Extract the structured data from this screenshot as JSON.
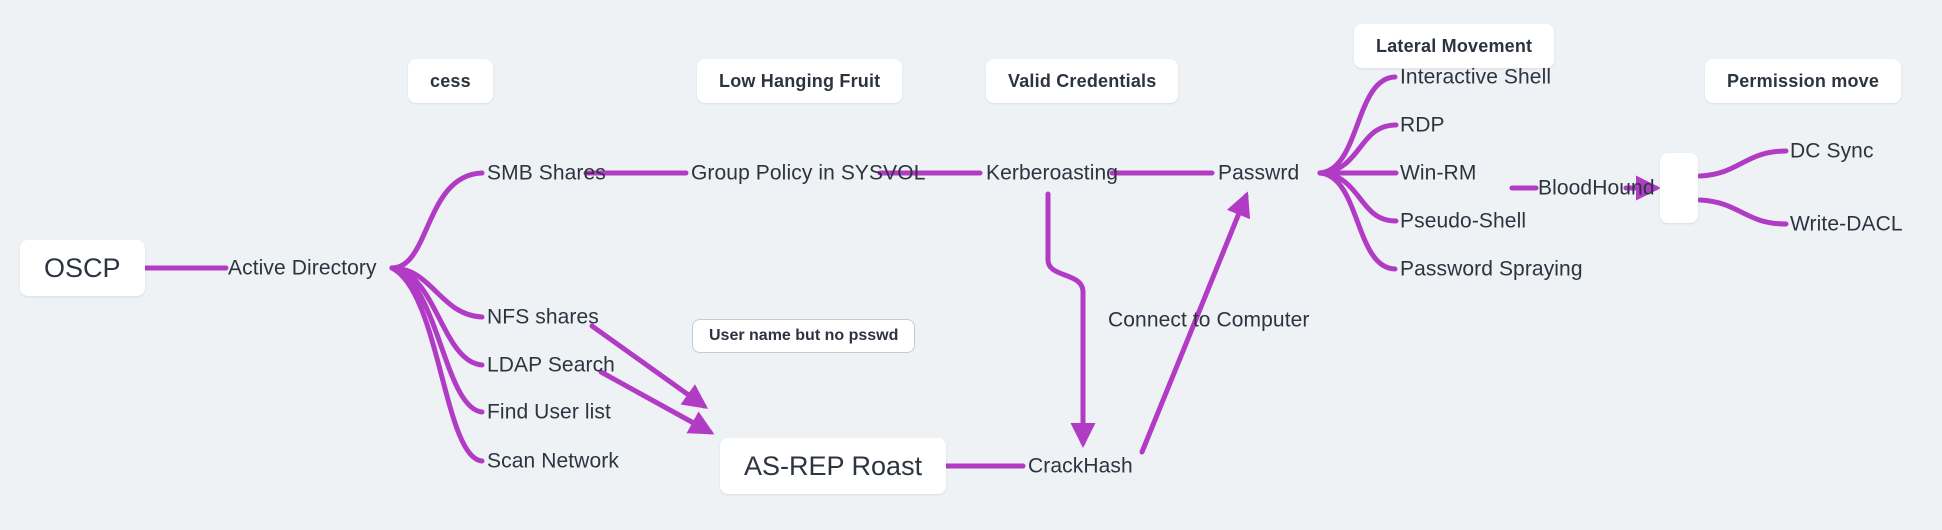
{
  "diagram": {
    "title": "OSCP Active Directory Attack Mind Map",
    "background_color": "#eef2f5",
    "edge_color": "#b13bc4",
    "text_color": "#2c3440",
    "box_fill": "#ffffff"
  },
  "nodes": {
    "root": {
      "label": "OSCP"
    },
    "active_directory": {
      "label": "Active Directory"
    },
    "headers": [
      {
        "label": "cess"
      },
      {
        "label": "Low Hanging Fruit"
      },
      {
        "label": "Valid Credentials"
      },
      {
        "label": "Lateral Movement"
      },
      {
        "label": "Permission move"
      }
    ],
    "chain": [
      {
        "label": "SMB Shares"
      },
      {
        "label": "Group Policy in SYSVOL"
      },
      {
        "label": "Kerberoasting"
      },
      {
        "label": "Passwrd"
      }
    ],
    "enumeration": [
      {
        "label": "NFS shares"
      },
      {
        "label": "LDAP Search"
      },
      {
        "label": "Find User list"
      },
      {
        "label": "Scan Network"
      }
    ],
    "lateral": [
      {
        "label": "Interactive Shell"
      },
      {
        "label": "RDP"
      },
      {
        "label": "Win-RM"
      },
      {
        "label": "Pseudo-Shell"
      },
      {
        "label": "Password Spraying"
      }
    ],
    "permission": [
      {
        "label": "DC Sync"
      },
      {
        "label": "Write-DACL"
      }
    ],
    "note_user_no_password": {
      "label": "User name but no psswd"
    },
    "asrep_roast": {
      "label": "AS-REP Roast"
    },
    "crackhash": {
      "label": "CrackHash"
    },
    "connect_to_computer": {
      "label": "Connect to Computer"
    },
    "bloodhound": {
      "label": "BloodHound"
    },
    "unnamed_pivot": {
      "label": ""
    }
  }
}
